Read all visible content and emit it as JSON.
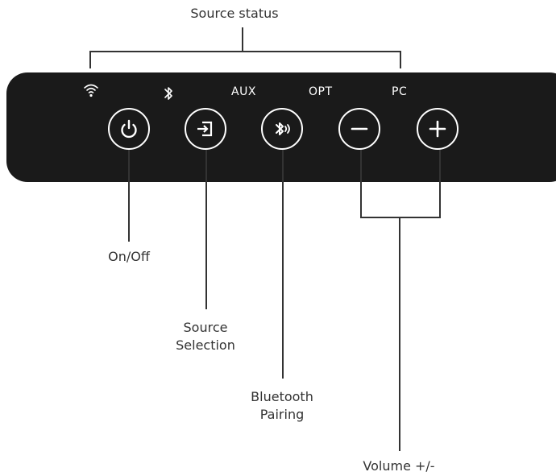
{
  "labels": {
    "source_status": "Source status",
    "on_off": "On/Off",
    "source_selection_line1": "Source",
    "source_selection_line2": "Selection",
    "bluetooth_pairing_line1": "Bluetooth",
    "bluetooth_pairing_line2": "Pairing",
    "volume": "Volume +/-"
  },
  "panel": {
    "indicators": [
      "AUX",
      "OPT",
      "PC"
    ],
    "icons": [
      "wifi-icon",
      "bluetooth-icon"
    ],
    "buttons": [
      "power-icon",
      "source-input-icon",
      "bluetooth-pairing-icon",
      "minus-icon",
      "plus-icon"
    ],
    "background_color": "#1a1a1a",
    "foreground_color": "#ffffff"
  }
}
